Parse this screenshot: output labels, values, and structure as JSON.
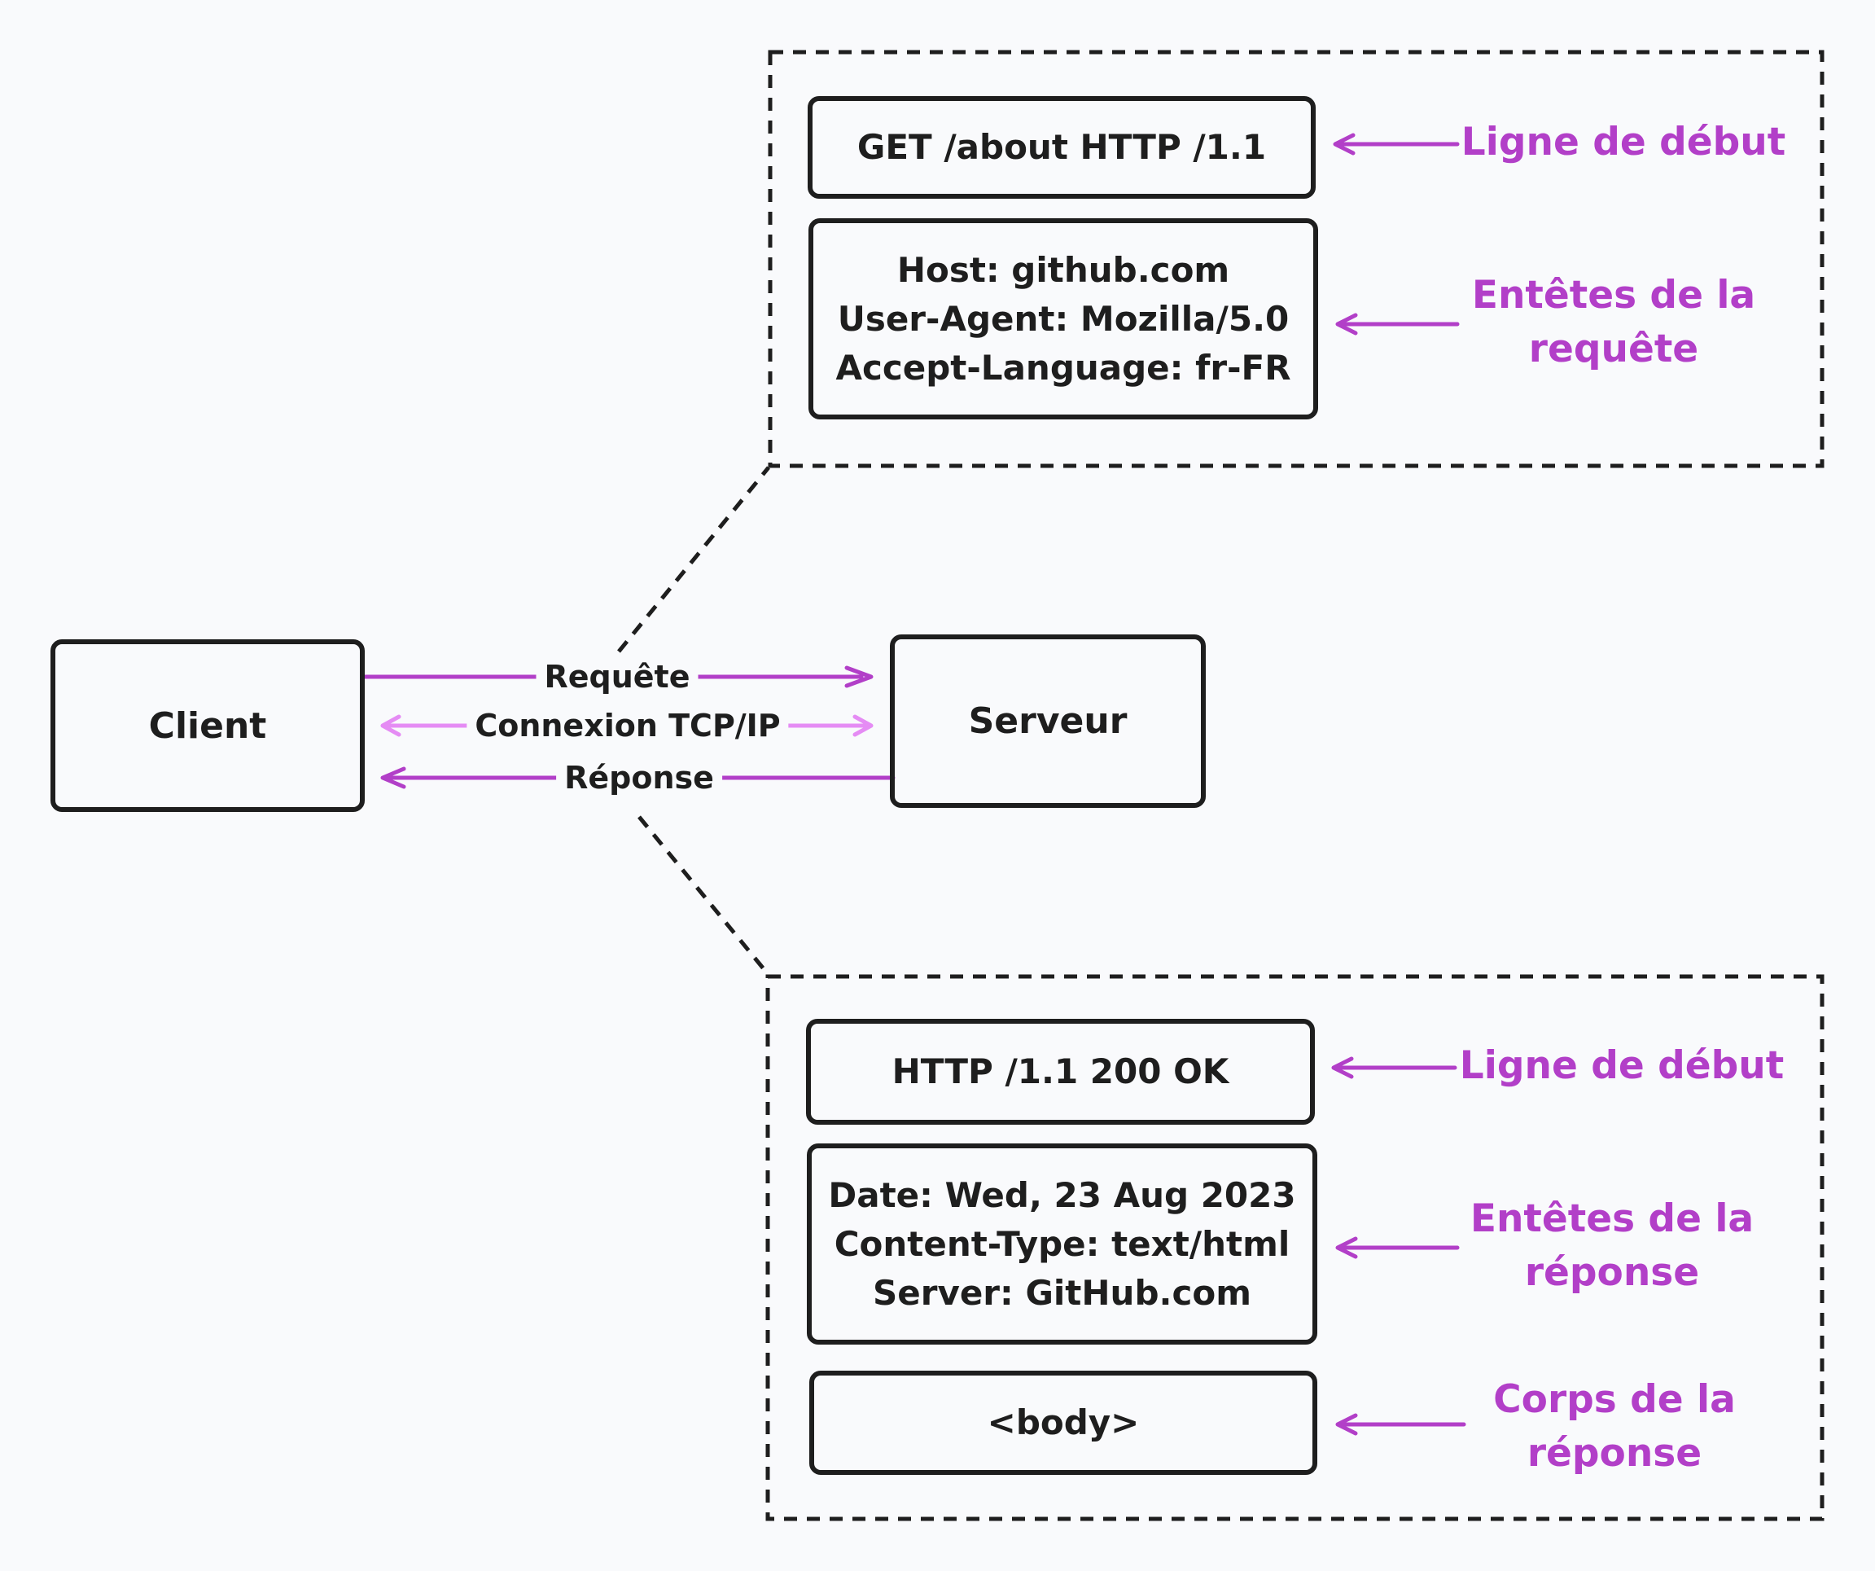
{
  "nodes": {
    "client": "Client",
    "server": "Serveur"
  },
  "arrows": {
    "request": "Requête",
    "connection": "Connexion TCP/IP",
    "response": "Réponse"
  },
  "request_message": {
    "start_line": "GET /about HTTP /1.1",
    "headers": [
      "Host: github.com",
      "User-Agent: Mozilla/5.0",
      "Accept-Language: fr-FR"
    ],
    "labels": {
      "start_line": "Ligne de début",
      "headers": [
        "Entêtes de la",
        "requête"
      ]
    }
  },
  "response_message": {
    "start_line": "HTTP /1.1 200 OK",
    "headers": [
      "Date: Wed, 23 Aug 2023",
      "Content-Type: text/html",
      "Server: GitHub.com"
    ],
    "body": "<body>",
    "labels": {
      "start_line": "Ligne de début",
      "headers": [
        "Entêtes de la",
        "réponse"
      ],
      "body": [
        "Corps de la",
        "réponse"
      ]
    }
  },
  "colors": {
    "ink": "#1e1e1e",
    "accent": "#b23fc8",
    "accent_light": "#e58cf4",
    "background": "#f9fafc"
  }
}
